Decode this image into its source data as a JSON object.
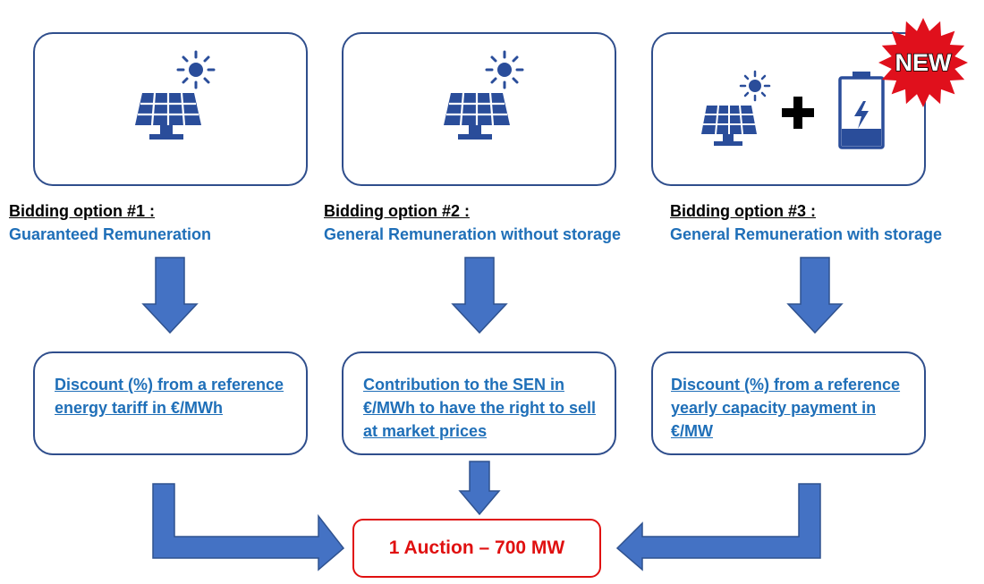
{
  "options": [
    {
      "heading": "Bidding option #1 :",
      "subtitle": "Guaranteed Remuneration",
      "description": "Discount (%) from a reference energy tariff in €/MWh",
      "icons": [
        "sun-icon",
        "solar-panel-icon"
      ]
    },
    {
      "heading": "Bidding option #2 :",
      "subtitle": "General Remuneration without storage",
      "description": "Contribution to the SEN in €/MWh to have the right to sell at market prices",
      "icons": [
        "sun-icon",
        "solar-panel-icon"
      ]
    },
    {
      "heading": "Bidding option #3 :",
      "subtitle": "General Remuneration with storage",
      "description": "Discount (%) from a reference yearly capacity payment in €/MW",
      "icons": [
        "sun-icon",
        "solar-panel-icon",
        "plus-icon",
        "battery-icon"
      ],
      "badge": "NEW"
    }
  ],
  "result": {
    "label": "1 Auction – 700 MW"
  },
  "colors": {
    "box_border": "#2f4e8c",
    "arrow": "#4472c4",
    "icon": "#2a4d9a",
    "link_text": "#1f6fb8",
    "result": "#e01010",
    "badge": "#e0101c"
  }
}
